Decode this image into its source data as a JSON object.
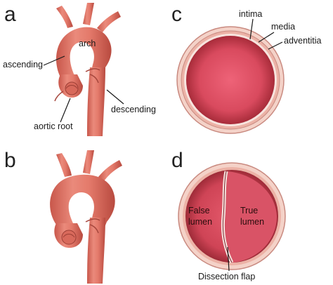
{
  "panels": {
    "a": {
      "letter": "a",
      "labels": {
        "arch": "arch",
        "ascending": "ascending",
        "descending": "descending",
        "aortic_root": "aortic root"
      }
    },
    "b": {
      "letter": "b"
    },
    "c": {
      "letter": "c",
      "labels": {
        "intima": "intima",
        "media": "media",
        "adventitia": "adventitia"
      }
    },
    "d": {
      "letter": "d",
      "labels": {
        "false_lumen_line1": "False",
        "false_lumen_line2": "lumen",
        "true_lumen_line1": "True",
        "true_lumen_line2": "lumen",
        "dissection_flap": "Dissection flap"
      }
    }
  },
  "colors": {
    "vessel": "#e07a6c",
    "vessel_dark": "#b04a40",
    "lumen_center": "#e8566a",
    "lumen_edge": "#a82c3a",
    "wall_outer": "#f2c7bc",
    "wall_ring": "#d9968c"
  },
  "icons": {
    "aorta_normal": "aorta-illustration",
    "aorta_dilated": "aneurysm-aorta-illustration",
    "cross_section_normal": "vessel-cross-section",
    "cross_section_dissection": "dissected-vessel-cross-section"
  }
}
